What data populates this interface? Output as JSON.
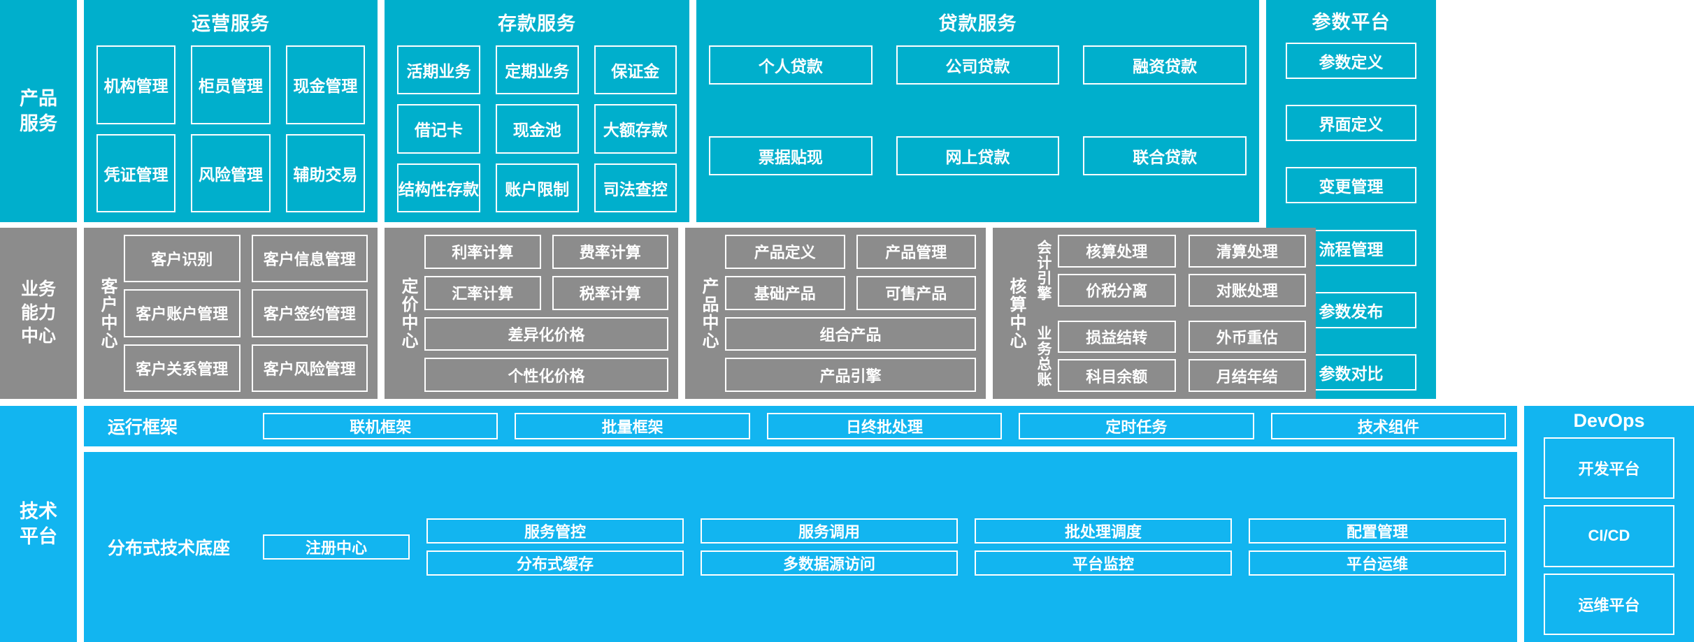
{
  "layers": {
    "product_service": "产品\n服务",
    "business_capability": "业务\n能力\n中心",
    "tech_platform": "技术\n平台"
  },
  "product_service": {
    "groups": [
      {
        "title": "运营服务",
        "items": [
          "机构管理",
          "柜员管理",
          "现金管理",
          "凭证管理",
          "风险管理",
          "辅助交易"
        ]
      },
      {
        "title": "存款服务",
        "items": [
          "活期业务",
          "定期业务",
          "保证金",
          "借记卡",
          "现金池",
          "大额存款",
          "结构性存款",
          "账户限制",
          "司法查控"
        ]
      },
      {
        "title": "贷款服务",
        "items": [
          "个人贷款",
          "公司贷款",
          "融资贷款",
          "票据贴现",
          "网上贷款",
          "联合贷款"
        ]
      }
    ]
  },
  "parameter_platform": {
    "title": "参数平台",
    "items": [
      "参数定义",
      "界面定义",
      "变更管理",
      "流程管理",
      "参数发布",
      "参数对比"
    ]
  },
  "business_capability": {
    "centers": [
      {
        "name": "客户中心",
        "rows": [
          [
            "客户识别",
            "客户信息管理"
          ],
          [
            "客户账户管理",
            "客户签约管理"
          ],
          [
            "客户关系管理",
            "客户风险管理"
          ]
        ]
      },
      {
        "name": "定价中心",
        "rows": [
          [
            "利率计算",
            "费率计算"
          ],
          [
            "汇率计算",
            "税率计算"
          ],
          [
            "差异化价格"
          ],
          [
            "个性化价格"
          ]
        ]
      },
      {
        "name": "产品中心",
        "rows": [
          [
            "产品定义",
            "产品管理"
          ],
          [
            "基础产品",
            "可售产品"
          ],
          [
            "组合产品"
          ],
          [
            "产品引擎"
          ]
        ]
      },
      {
        "name": "核算中心",
        "sub_groups": [
          {
            "label": "会计引擎",
            "rows": [
              [
                "核算处理",
                "清算处理"
              ],
              [
                "价税分离",
                "对账处理"
              ]
            ]
          },
          {
            "label": "业务总账",
            "rows": [
              [
                "损益结转",
                "外币重估"
              ],
              [
                "科目余额",
                "月结年结"
              ]
            ]
          }
        ]
      }
    ]
  },
  "tech_platform": {
    "bands": [
      {
        "label": "运行框架",
        "items": [
          "联机框架",
          "批量框架",
          "日终批处理",
          "定时任务",
          "技术组件"
        ]
      },
      {
        "label": "分布式技术底座",
        "anchor": "注册中心",
        "columns": [
          [
            "服务管控",
            "分布式缓存"
          ],
          [
            "服务调用",
            "多数据源访问"
          ],
          [
            "批处理调度",
            "平台监控"
          ],
          [
            "配置管理",
            "平台运维"
          ]
        ]
      }
    ]
  },
  "devops": {
    "title": "DevOps",
    "items": [
      "开发平台",
      "CI/CD",
      "运维平台"
    ]
  },
  "colors": {
    "teal": "#00AFCC",
    "gray": "#8C8C8C",
    "bright_blue": "#12B5F0",
    "white": "#FFFFFF"
  }
}
